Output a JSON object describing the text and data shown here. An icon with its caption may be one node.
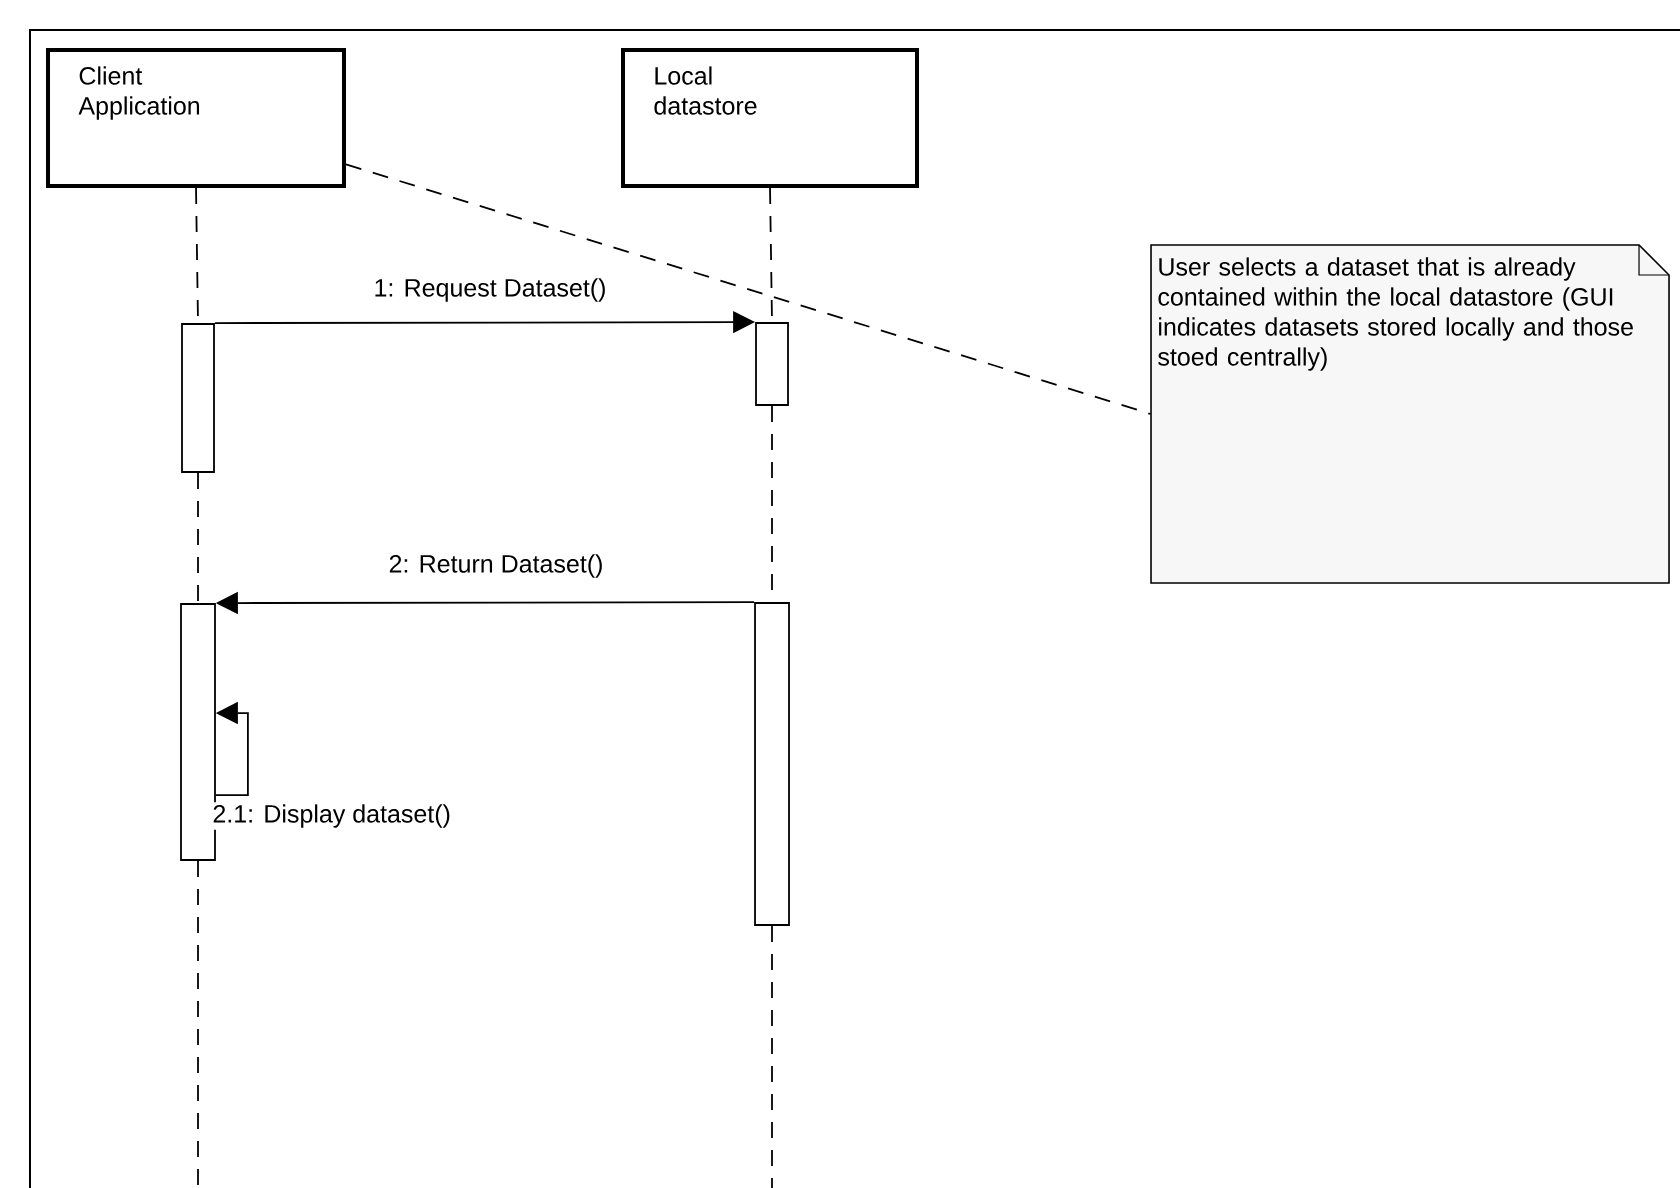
{
  "diagram": {
    "nodes": [
      {
        "text": [
          "Client Application"
        ]
      },
      {
        "text": [
          "Local datastore"
        ]
      },
      {
        "text": [
          "User selects a dataset that is already contained within the local datastore (GUI indicates datasets stored locally and those stoed centrally)"
        ]
      },
      {
        "text": [],
        "shape": "bar"
      },
      {
        "text": [],
        "shape": "bar"
      },
      {
        "text": [],
        "shape": "bar"
      },
      {
        "text": [],
        "shape": "bar"
      }
    ],
    "edges": [
      {
        "from": 0,
        "to": 3,
        "arrow": "none",
        "style": "dashed"
      },
      {
        "from": 3,
        "to": 6,
        "arrow": "none",
        "style": "dashed"
      },
      {
        "from": 6,
        "to": null,
        "arrow": "none",
        "style": "dashed"
      },
      {
        "from": 1,
        "to": 4,
        "arrow": "none",
        "style": "dashed"
      },
      {
        "from": 4,
        "to": 5,
        "arrow": "none",
        "style": "dashed"
      },
      {
        "from": 5,
        "to": null,
        "arrow": "none",
        "style": "dashed"
      },
      {
        "from": 3,
        "to": 4,
        "arrow": "to",
        "label": "1: Request Dataset()"
      },
      {
        "from": 5,
        "to": 6,
        "arrow": "to",
        "label": "2: Return Dataset()"
      },
      {
        "from": 6,
        "to": 6,
        "arrow": "to",
        "label": "2.1: Display dataset()"
      },
      {
        "from": 0,
        "to": 2,
        "arrow": "none",
        "style": "dashed"
      }
    ]
  }
}
